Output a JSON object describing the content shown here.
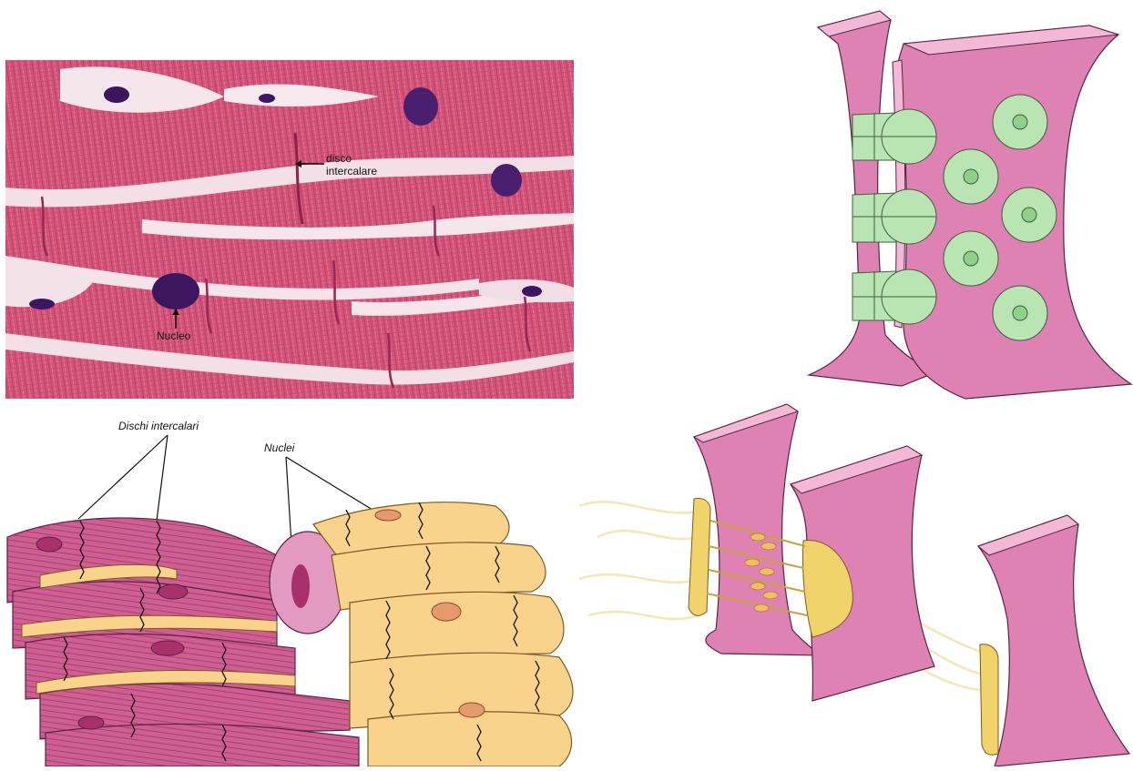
{
  "micrograph": {
    "label_disc": "disco\nintercalare",
    "label_disc_line1": "disco",
    "label_disc_line2": "intercalare",
    "label_nucleus": "Nucleo"
  },
  "tissue_diagram": {
    "label_discs": "Dischi intercalari",
    "label_nuclei": "Nuclei"
  },
  "colors": {
    "tissue_pink": "#d9537a",
    "membrane_pink": "#de82b4",
    "membrane_light": "#f2b8d6",
    "connexon_green": "#b9e5b3",
    "cell_yellow": "#f9d28c",
    "nucleus_dark": "#3c1760"
  }
}
